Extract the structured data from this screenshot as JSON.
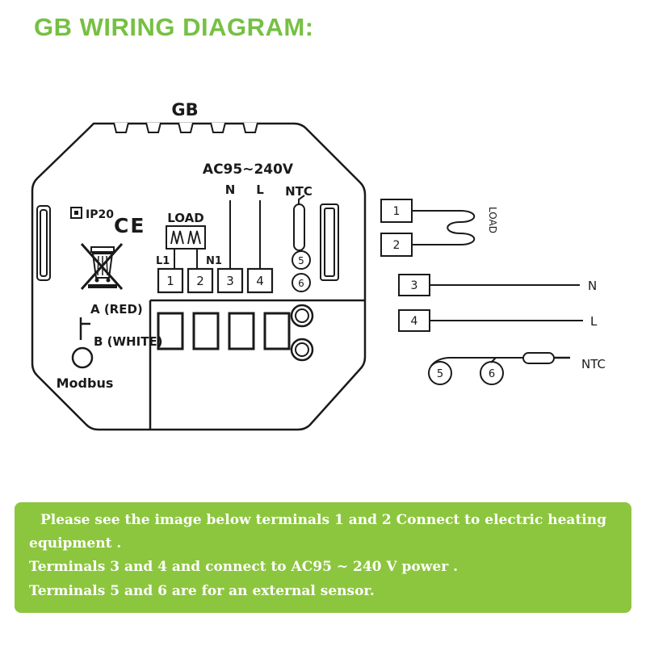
{
  "title": "GB WIRING DIAGRAM:",
  "device": {
    "name": "GB",
    "voltage": "AC95~240V",
    "ip_rating": "IP20",
    "ce_mark": "CE",
    "load_label": "LOAD",
    "terminal_labels": {
      "l1": "L1",
      "n1": "N1",
      "n": "N",
      "l": "L",
      "ntc": "NTC"
    },
    "terminals": {
      "t1": "1",
      "t2": "2",
      "t3": "3",
      "t4": "4",
      "t5": "5",
      "t6": "6"
    },
    "bus_a": "A (RED)",
    "bus_b": "B (WHITE)",
    "bus_name": "Modbus"
  },
  "wiring": {
    "terminals": {
      "t1": "1",
      "t2": "2",
      "t3": "3",
      "t4": "4",
      "t5": "5",
      "t6": "6"
    },
    "load_label": "LOAD",
    "neutral_label": "N",
    "live_label": "L",
    "sensor_label": "NTC"
  },
  "notes": {
    "line1": "Please see the image below terminals 1 and 2 Connect to electric heating equipment .",
    "line2": "Terminals 3 and 4 and connect to AC95 ~ 240 V power .",
    "line3": "Terminals 5 and 6 are for an external sensor."
  },
  "colors": {
    "title_green": "#76c043",
    "panel_green": "#8cc63e"
  }
}
